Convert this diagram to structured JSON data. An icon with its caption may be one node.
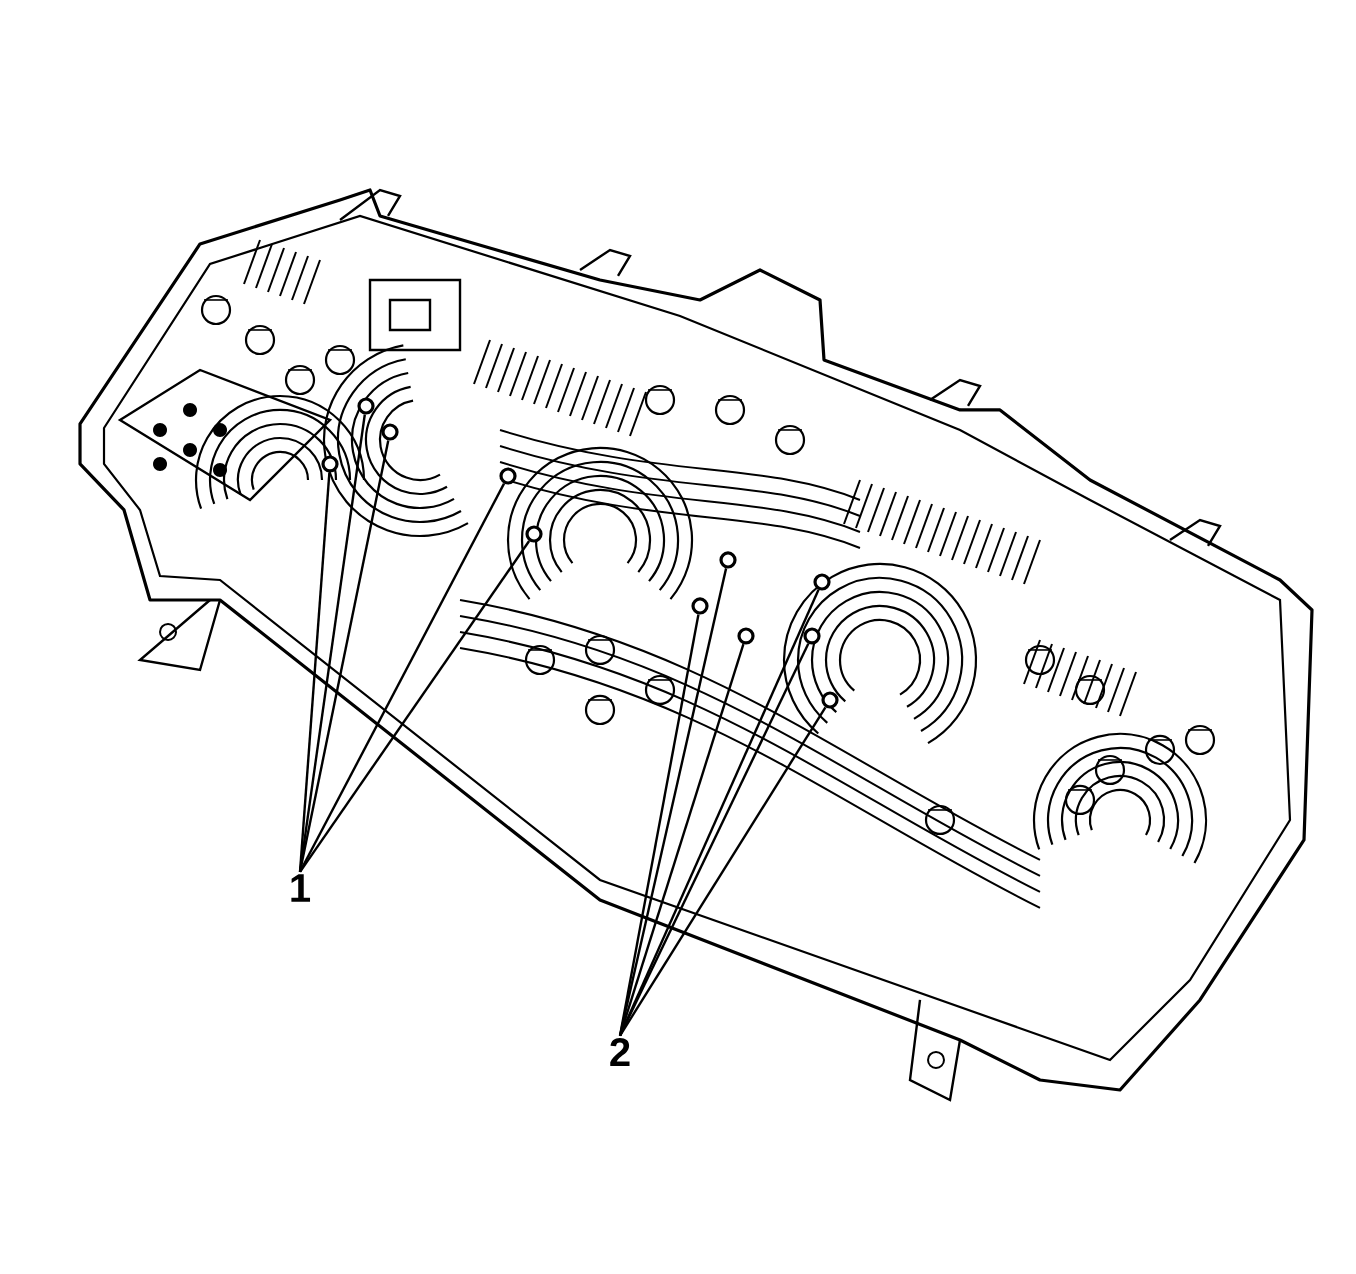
{
  "diagram": {
    "nodes": [
      {
        "text": [
          "1"
        ]
      },
      {
        "text": [
          "2"
        ]
      },
      {
        "text": [],
        "shape": "circle"
      },
      {
        "text": [],
        "shape": "circle"
      },
      {
        "text": [],
        "shape": "circle"
      },
      {
        "text": [],
        "shape": "circle"
      },
      {
        "text": [],
        "shape": "circle"
      },
      {
        "text": [],
        "shape": "circle"
      },
      {
        "text": [],
        "shape": "circle"
      },
      {
        "text": [],
        "shape": "circle"
      },
      {
        "text": [],
        "shape": "circle"
      },
      {
        "text": [],
        "shape": "circle"
      },
      {
        "text": [],
        "shape": "circle"
      }
    ],
    "edges": [
      {
        "from": 0,
        "to": 2,
        "arrow": "none"
      },
      {
        "from": 0,
        "to": 3,
        "arrow": "none"
      },
      {
        "from": 0,
        "to": 4,
        "arrow": "none"
      },
      {
        "from": 0,
        "to": 5,
        "arrow": "none"
      },
      {
        "from": 0,
        "to": 6,
        "arrow": "none"
      },
      {
        "from": 1,
        "to": 7,
        "arrow": "none"
      },
      {
        "from": 1,
        "to": 8,
        "arrow": "none"
      },
      {
        "from": 1,
        "to": 9,
        "arrow": "none"
      },
      {
        "from": 1,
        "to": 10,
        "arrow": "none"
      },
      {
        "from": 1,
        "to": 11,
        "arrow": "none"
      },
      {
        "from": 1,
        "to": 12,
        "arrow": "none"
      }
    ]
  }
}
